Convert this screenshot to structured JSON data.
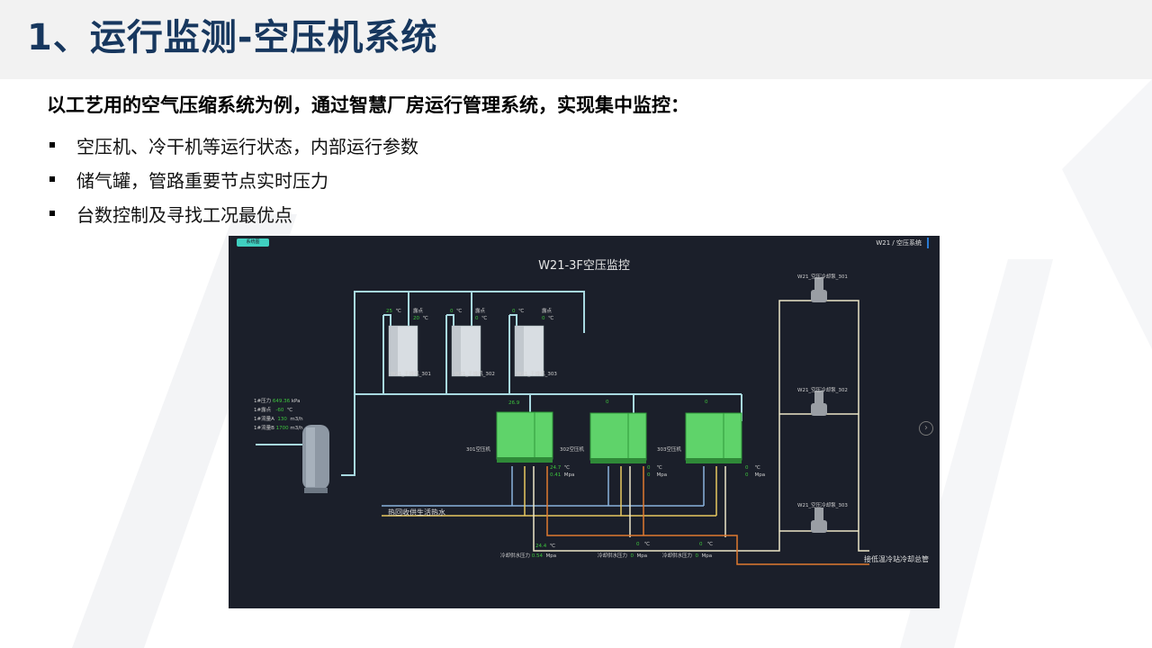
{
  "slide": {
    "title": "1、运行监测-空压机系统",
    "subtitle": "以工艺用的空气压缩系统为例，通过智慧厂房运行管理系统，实现集中监控：",
    "bullets": [
      "空压机、冷干机等运行状态，内部运行参数",
      "储气罐，管路重要节点实时压力",
      "台数控制及寻找工况最优点"
    ]
  },
  "panel": {
    "tab_label": "系统图",
    "breadcrumb": "W21 / 空压系统",
    "title": "W21-3F空压监控",
    "next_icon": "chevron-right-circle-icon",
    "tank": {
      "rows": [
        {
          "label": "1#压力",
          "value": "649.36",
          "unit": "kPa"
        },
        {
          "label": "1#露点",
          "value": "-60",
          "unit": "℃"
        },
        {
          "label": "1#流量A",
          "value": "130",
          "unit": "m3/h"
        },
        {
          "label": "1#流量B",
          "value": "1700",
          "unit": "m3/h"
        }
      ]
    },
    "dryers": [
      {
        "name": "W21_干燥机_301",
        "temp": "25",
        "temp_unit": "℃",
        "dew_label": "露点",
        "dew": "20",
        "dew_unit": "℃"
      },
      {
        "name": "W21_干燥机_302",
        "temp": "0",
        "temp_unit": "℃",
        "dew_label": "露点",
        "dew": "0",
        "dew_unit": "℃"
      },
      {
        "name": "W21_干燥机_303",
        "temp": "0",
        "temp_unit": "℃",
        "dew_label": "露点",
        "dew": "0",
        "dew_unit": "℃"
      }
    ],
    "compressors": [
      {
        "name": "301空压机",
        "top_value": "26.9",
        "temp": "24.7",
        "temp_unit": "℃",
        "pressure": "0.41",
        "pressure_unit": "Mpa"
      },
      {
        "name": "302空压机",
        "top_value": "0",
        "temp": "0",
        "temp_unit": "℃",
        "pressure": "0",
        "pressure_unit": "Mpa"
      },
      {
        "name": "303空压机",
        "top_value": "0",
        "temp": "0",
        "temp_unit": "℃",
        "pressure": "0",
        "pressure_unit": "Mpa"
      }
    ],
    "cooling": [
      {
        "temp": "24.4",
        "temp_unit": "℃",
        "label": "冷却供水压力",
        "pressure": "0.54",
        "pressure_unit": "Mpa"
      },
      {
        "temp": "0",
        "temp_unit": "℃",
        "label": "冷却供水压力",
        "pressure": "0",
        "pressure_unit": "Mpa"
      },
      {
        "temp": "0",
        "temp_unit": "℃",
        "label": "冷却供水压力",
        "pressure": "0",
        "pressure_unit": "Mpa"
      }
    ],
    "pumps": [
      "W21_空压冷却泵_301",
      "W21_空压冷却泵_302",
      "W21_空压冷却泵_303"
    ],
    "heat_recovery_label": "热回收供生活热水",
    "cooling_main_label": "接低温冷站冷却总管",
    "colors": {
      "background": "#1b1f2a",
      "air_pipe": "#a8d8e0",
      "cold_pipe": "#8ab4dc",
      "hot_pipe": "#e8c860",
      "return_pipe": "#ece6c8",
      "orange_pipe": "#e07a30",
      "compressor": "#5fd36a",
      "value_green": "#3dc43d",
      "title_text": "#17375e"
    }
  }
}
